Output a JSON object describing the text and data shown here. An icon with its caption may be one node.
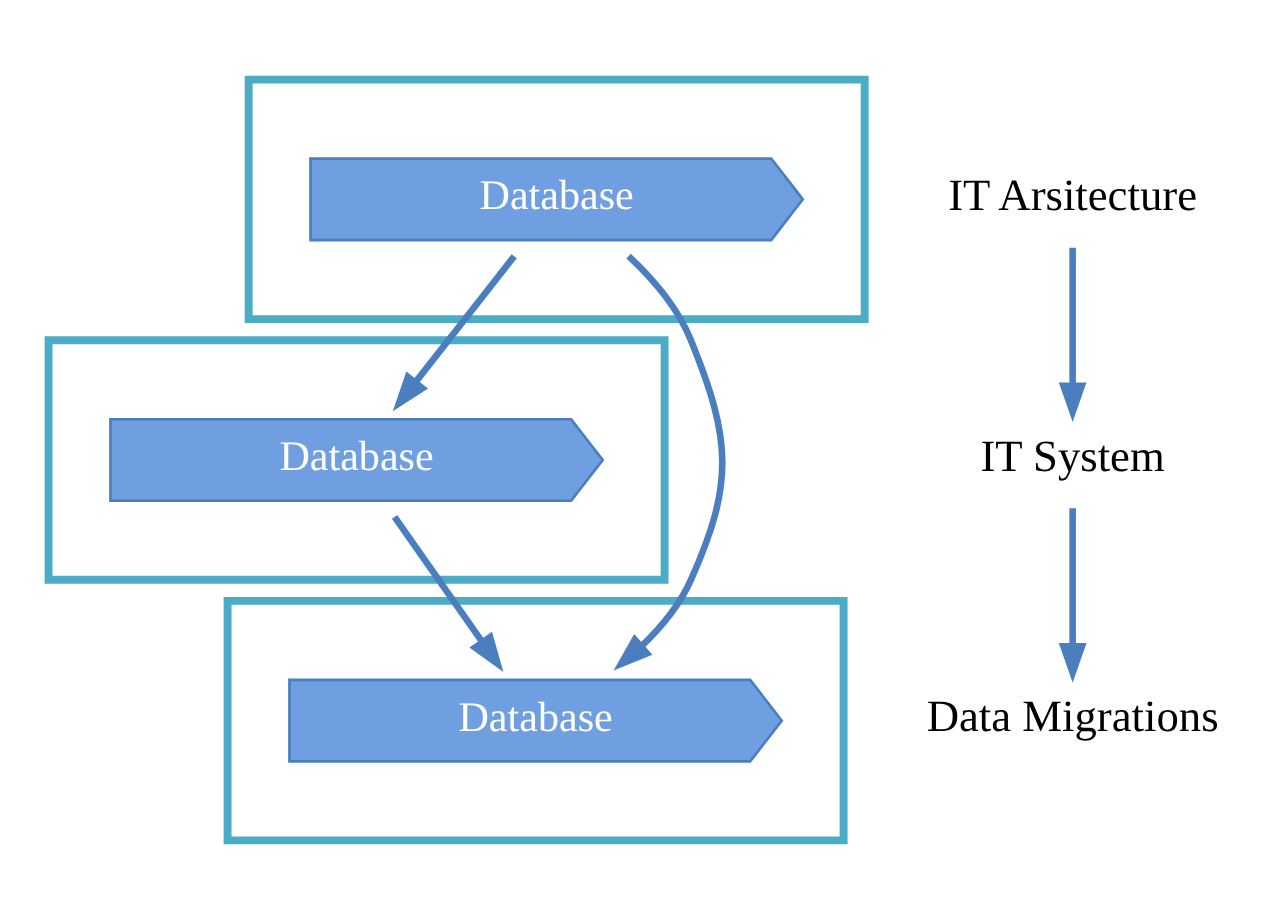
{
  "diagram": {
    "nodes": [
      {
        "text": [],
        "shape": "box"
      },
      {
        "text": [
          "Database"
        ],
        "in": 0
      },
      {
        "text": [
          "IT Arsitecture"
        ]
      },
      {
        "text": [],
        "shape": "box"
      },
      {
        "text": [
          "Database"
        ],
        "in": 3
      },
      {
        "text": [
          "IT System"
        ]
      },
      {
        "text": [],
        "shape": "box"
      },
      {
        "text": [
          "Database"
        ],
        "in": 6
      },
      {
        "text": [
          "Data Migrations"
        ]
      }
    ],
    "edges": [
      {
        "from": 1,
        "to": 4,
        "arrow": "to"
      },
      {
        "from": 1,
        "to": 7,
        "arrow": "to"
      },
      {
        "from": 4,
        "to": 7,
        "arrow": "to"
      },
      {
        "from": 2,
        "to": 5,
        "arrow": "to"
      },
      {
        "from": 5,
        "to": 8,
        "arrow": "to"
      }
    ]
  }
}
